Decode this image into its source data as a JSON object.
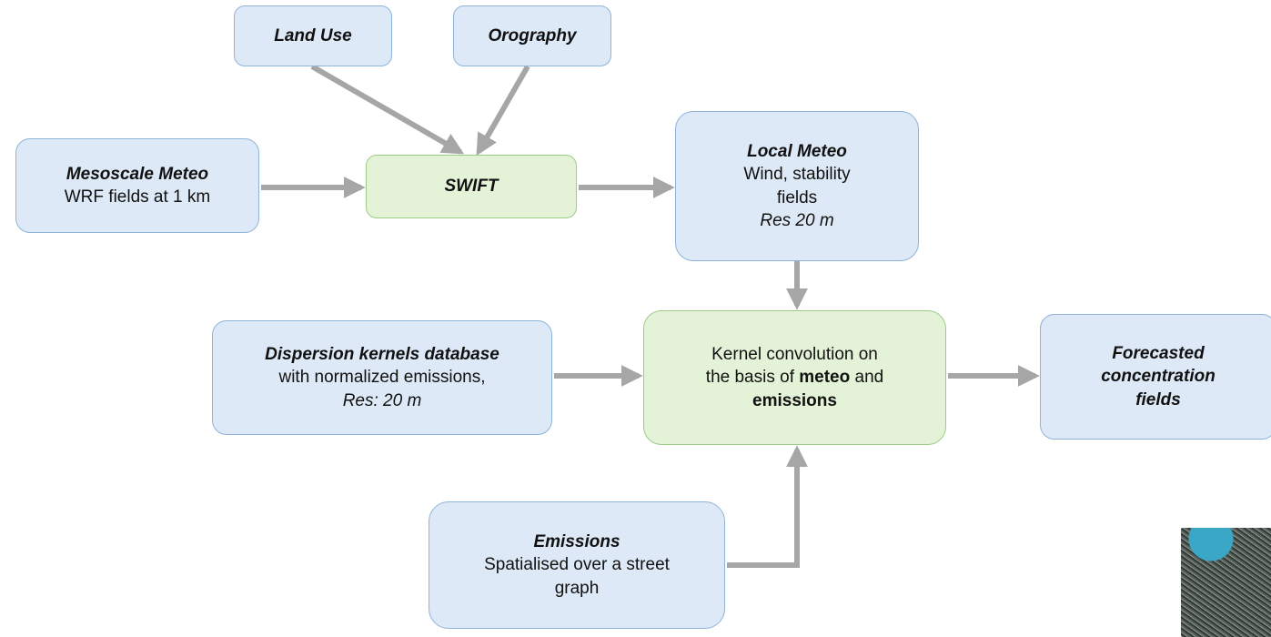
{
  "nodes": {
    "land_use": {
      "title": "Land Use"
    },
    "orography": {
      "title": "Orography"
    },
    "mesoscale": {
      "title": "Mesoscale Meteo",
      "line1": "WRF fields at 1 km"
    },
    "swift": {
      "title": "SWIFT"
    },
    "local_meteo": {
      "title": "Local Meteo",
      "line1": "Wind, stability",
      "line2": "fields",
      "line3": "Res 20 m"
    },
    "dispersion": {
      "title": "Dispersion kernels database",
      "line1": "with normalized emissions,",
      "line2": "Res: 20 m"
    },
    "kernel": {
      "line1": "Kernel convolution on",
      "line2_pre": "the basis of ",
      "line2_bold": "meteo",
      "line2_post": " and",
      "line3_bold": "emissions"
    },
    "forecast": {
      "line1": "Forecasted",
      "line2": "concentration",
      "line3": "fields"
    },
    "emissions": {
      "title": "Emissions",
      "line1": "Spatialised over a street",
      "line2": "graph"
    }
  },
  "colors": {
    "blue_box": "#dde9f6",
    "blue_border": "#8fb3d9",
    "green_box": "#e4f3d8",
    "green_border": "#9ccc84",
    "arrow": "#a6a6a6"
  }
}
